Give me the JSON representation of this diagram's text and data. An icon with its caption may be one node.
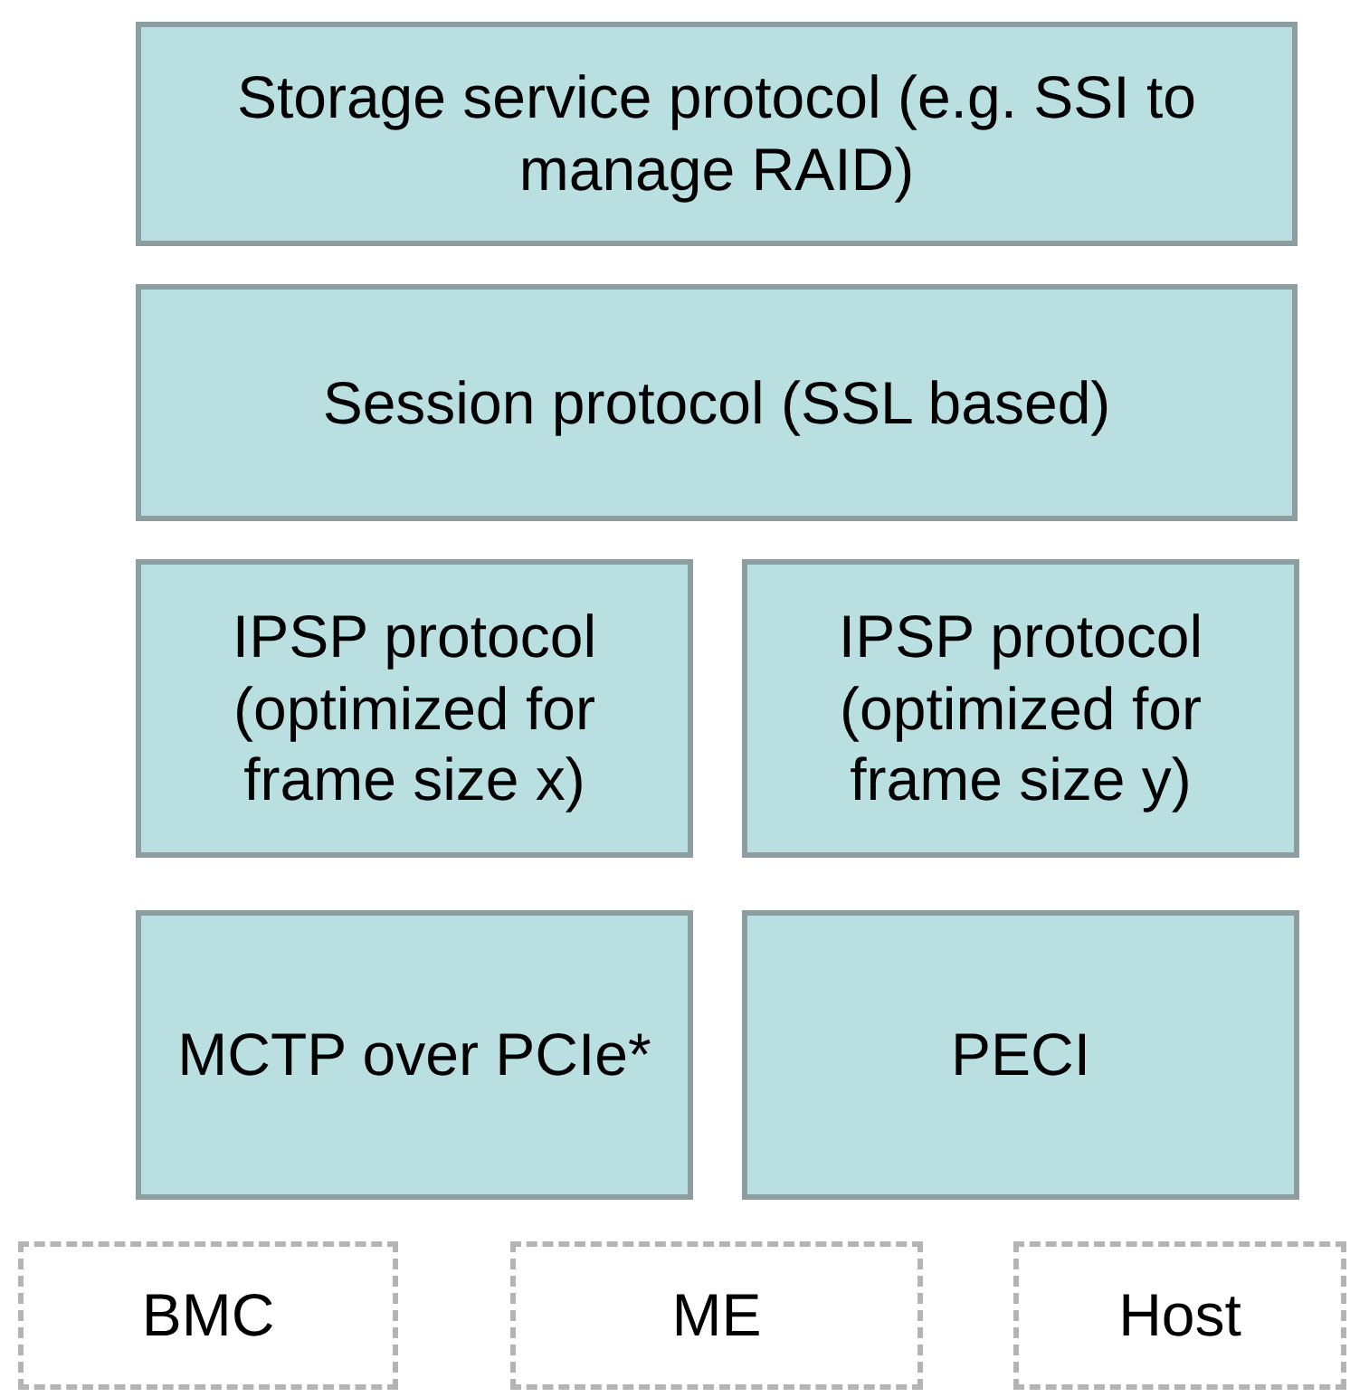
{
  "diagram": {
    "nodes": [
      {
        "text": [
          "Storage service protocol (e.g. SSI to manage RAID)"
        ]
      },
      {
        "text": [
          "Session protocol (SSL based)"
        ]
      },
      {
        "text": [
          "IPSP protocol (optimized for frame size x)"
        ]
      },
      {
        "text": [
          "IPSP protocol (optimized for frame size y)"
        ]
      },
      {
        "text": [
          "MCTP over PCIe*"
        ]
      },
      {
        "text": [
          "PECI"
        ]
      },
      {
        "text": [
          "BMC"
        ]
      },
      {
        "text": [
          "ME"
        ]
      },
      {
        "text": [
          "Host"
        ]
      }
    ]
  }
}
